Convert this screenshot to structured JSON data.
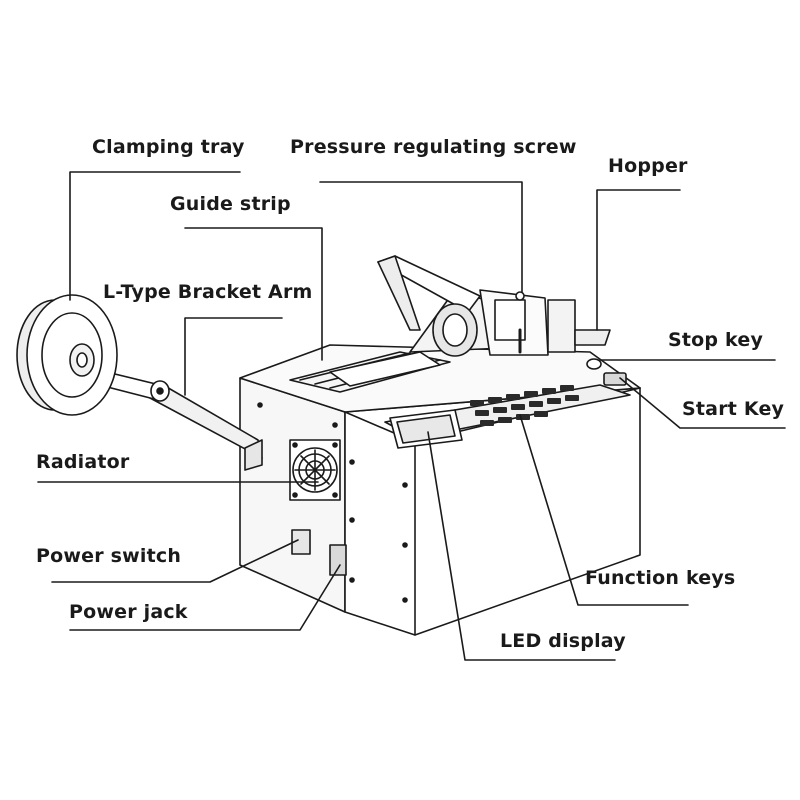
{
  "labels": {
    "clamping_tray": "Clamping tray",
    "pressure_screw": "Pressure regulating screw",
    "hopper": "Hopper",
    "guide_strip": "Guide strip",
    "bracket_arm": "L-Type Bracket Arm",
    "stop_key": "Stop key",
    "start_key": "Start Key",
    "radiator": "Radiator",
    "power_switch": "Power switch",
    "power_jack": "Power jack",
    "function_keys": "Function keys",
    "led_display": "LED display"
  },
  "colors": {
    "ink": "#1a1a1a",
    "fill": "#ffffff",
    "shade": "#dcdcdc"
  }
}
